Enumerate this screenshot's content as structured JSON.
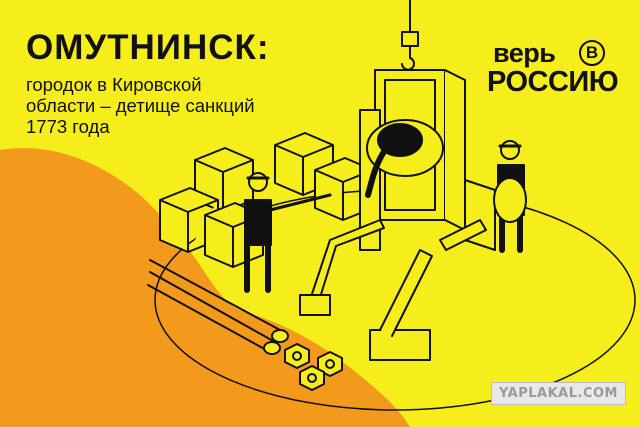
{
  "title": "ОМУТНИНСК:",
  "subtitle_lines": [
    "городок в Кировской",
    "области – детище санкций",
    "1773 года"
  ],
  "logo": {
    "line1": "верь",
    "badge": "В",
    "line2": "РОССИЮ"
  },
  "watermark": "YAPLAKAL.COM",
  "colors": {
    "yellow": "#f5ee1b",
    "orange": "#f39a1c",
    "ink": "#111111"
  }
}
